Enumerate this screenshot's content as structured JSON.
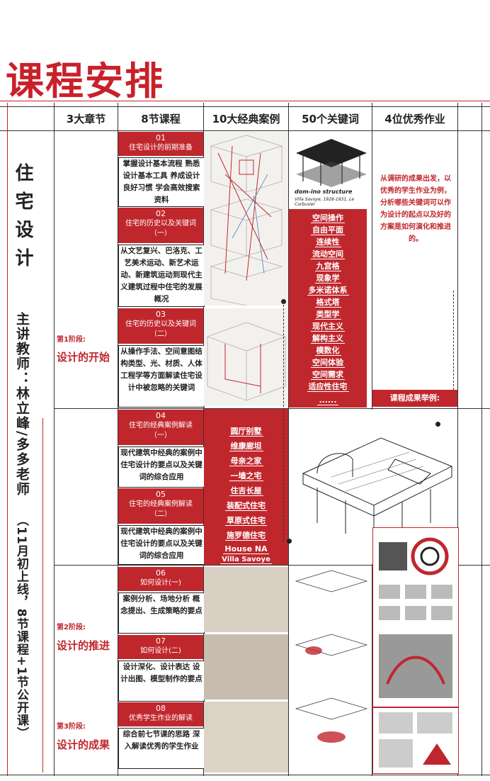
{
  "title": "课程安排",
  "headers": [
    "3大章节",
    "8节课程",
    "10大经典案例",
    "50个关键词",
    "4位优秀作业"
  ],
  "side": {
    "subject": "住宅设计",
    "teacher": "主讲教师：林立峰/多多老师",
    "schedule": "（11月初上线，8节课程+1节公开课）"
  },
  "stages": [
    {
      "label": "第1阶段:",
      "name": "设计的开始"
    },
    {
      "label": "第2阶段:",
      "name": "设计的推进"
    },
    {
      "label": "第3阶段:",
      "name": "设计的成果"
    }
  ],
  "lessons": [
    {
      "num": "01",
      "title": "住宅设计的前期准备",
      "desc": "掌握设计基本流程 熟悉设计基本工具 养成设计良好习惯 学会高效搜索资料"
    },
    {
      "num": "02",
      "title": "住宅的历史以及关键词（一）",
      "desc": "从文艺复兴、巴洛克、工艺美术运动、新艺术运动、新建筑运动到现代主义建筑过程中住宅的发展概况"
    },
    {
      "num": "03",
      "title": "住宅的历史以及关键词（二）",
      "desc": "从操作手法、空间意图结构类型、光、材质、人体工程学等方面解读住宅设计中被忽略的关键词"
    },
    {
      "num": "04",
      "title": "住宅的经典案例解读（一）",
      "desc": "现代建筑中经典的案例中住宅设计的要点以及关键词的综合应用"
    },
    {
      "num": "05",
      "title": "住宅的经典案例解读（二）",
      "desc": "现代建筑中经典的案例中住宅设计的要点以及关键词的综合应用"
    },
    {
      "num": "06",
      "title": "如何设计(一)",
      "desc": "案例分析、场地分析 概念提出、生成策略的要点"
    },
    {
      "num": "07",
      "title": "如何设计(二)",
      "desc": "设计深化、设计表达 设计出图、模型制作的要点"
    },
    {
      "num": "08",
      "title": "优秀学生作业的解读",
      "desc": "综合前七节课的思路 深入解读优秀的学生作业"
    }
  ],
  "keywords": [
    "空间操作",
    "自由平面",
    "连续性",
    "流动空间",
    "九宫格",
    "现象学",
    "多米诺体系",
    "格式塔",
    "类型学",
    "现代主义",
    "解构主义",
    "模数化",
    "空间体验",
    "空间需求",
    "适应性住宅",
    "......"
  ],
  "cases": [
    "圆厅别墅",
    "维康廊坦",
    "母亲之家",
    "一墙之宅",
    "住吉长屋",
    "装配式住宅",
    "草原式住宅",
    "施罗德住宅",
    "House NA",
    "Villa Savoye"
  ],
  "dom_ino": {
    "title": "dom-ino structure",
    "caption": "Villa Savoye, 1928-1931, Le Corbusier"
  },
  "homework_text": "从调研的成果出发，以优秀的学生作业为例，分析哪些关键词可以作为设计的起点以及好的方案是如何演化和推进的。",
  "result_label": "课程成果举例:",
  "colors": {
    "accent": "#c0272d"
  }
}
